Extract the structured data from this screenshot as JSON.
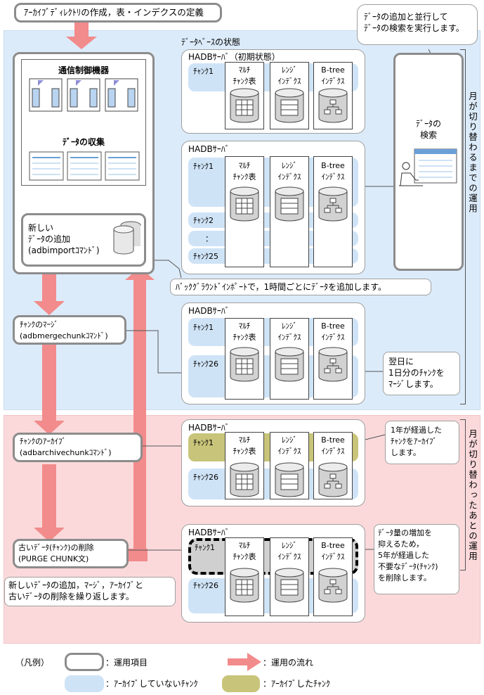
{
  "top_title": "ｱｰｶｲﾌﾞﾃﾞｨﾚｸﾄﾘの作成，表・インデクスの定義",
  "db_state_label": "ﾃﾞｰﾀﾍﾞｰｽの状態",
  "search_bubble": "ﾃﾞｰﾀの追加と並行して\nﾃﾞｰﾀの検索を実行します。",
  "search_label": "ﾃﾞｰﾀの\n検索",
  "comm_title": "通信制御機器",
  "collect_label": "ﾃﾞｰﾀの収集",
  "new_data_label": "新しい\nﾃﾞｰﾀの追加\n(adbimportｺﾏﾝﾄﾞ)",
  "bg_import_note": "ﾊﾞｯｸｸﾞﾗｳﾝﾄﾞｲﾝﾎﾟｰﾄで，1時間ごとにﾃﾞｰﾀを追加します。",
  "merge_label": "ﾁｬﾝｸのﾏｰｼﾞ\n(adbmergechunkｺﾏﾝﾄﾞ)",
  "merge_note": "翌日に\n1日分のﾁｬﾝｸを\nﾏｰｼﾞします。",
  "archive_label": "ﾁｬﾝｸのｱｰｶｲﾌﾞ\n(adbarchivechunkｺﾏﾝﾄﾞ)",
  "archive_note": "1年が経過した\nﾁｬﾝｸをｱｰｶｲﾌﾞ\nします。",
  "delete_label": "古いﾃﾞｰﾀ(ﾁｬﾝｸ)の削除\n(PURGE CHUNK文)",
  "delete_note": "ﾃﾞｰﾀ量の増加を\n抑えるため，\n5年が経過した\n不要なﾃﾞｰﾀ(ﾁｬﾝｸ)\nを削除します。",
  "repeat_note": "新しいﾃﾞｰﾀの追加，ﾏｰｼﾞ，ｱｰｶｲﾌﾞと\n古いﾃﾞｰﾀの削除を繰り返します。",
  "side_blue": "月が切り替わるまでの運用",
  "side_pink": "月が切り替わったあとの運用",
  "server_initial": "HADBｻｰﾊﾞ（初期状態）",
  "server": "HADBｻｰﾊﾞ",
  "chunk1": "ﾁｬﾝｸ1",
  "chunk2": "ﾁｬﾝｸ2",
  "chunk25": "ﾁｬﾝｸ25",
  "chunk26": "ﾁｬﾝｸ26",
  "ellipsis": "：",
  "col_multi": "ﾏﾙﾁ\nﾁｬﾝｸ表",
  "col_range": "ﾚﾝｼﾞ\nｲﾝﾃﾞｸｽ",
  "col_btree": "B-tree\nｲﾝﾃﾞｸｽ",
  "legend": {
    "title": "（凡例）",
    "op_item": "：運用項目",
    "op_flow": "：運用の流れ",
    "not_archived": "：ｱｰｶｲﾌﾞしていないﾁｬﾝｸ",
    "archived": "：ｱｰｶｲﾌﾞしたﾁｬﾝｸ"
  },
  "colors": {
    "flow_arrow": "#f28b8b",
    "blue_region": "#dcebfa",
    "pink_region": "#fbd9db",
    "chunk": "#cfe3f6",
    "archived_chunk": "#c8c47a"
  }
}
